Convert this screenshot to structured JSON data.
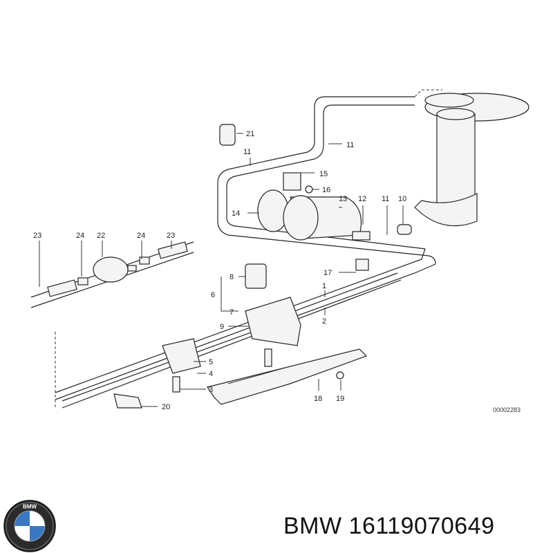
{
  "diagram": {
    "callouts": [
      "21",
      "11",
      "11",
      "15",
      "16",
      "13",
      "12",
      "11",
      "10",
      "14",
      "23",
      "24",
      "22",
      "24",
      "23",
      "8",
      "6",
      "7",
      "9",
      "17",
      "1",
      "2",
      "5",
      "4",
      "3",
      "20",
      "18",
      "19"
    ],
    "reference_number": "00002283"
  },
  "footer": {
    "brand_logo": "BMW roundel",
    "logo_letters": "BMW",
    "caption": "BMW 16119070649"
  }
}
